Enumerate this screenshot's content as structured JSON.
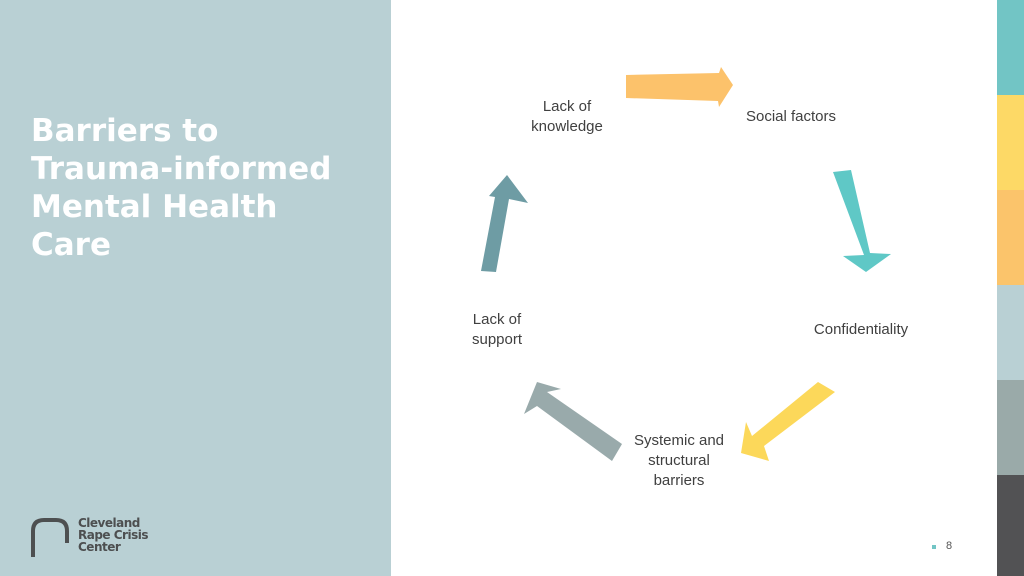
{
  "slide": {
    "title": "Barriers to\nTrauma-informed\nMental Health\nCare",
    "page_number": "8"
  },
  "logo": {
    "lines": [
      "Cleveland",
      "Rape Crisis",
      "Center"
    ]
  },
  "cycle": {
    "items": [
      {
        "label": "Lack of\nknowledge"
      },
      {
        "label": "Social factors"
      },
      {
        "label": "Confidentiality"
      },
      {
        "label": "Systemic and\nstructural\nbarriers"
      },
      {
        "label": "Lack of\nsupport"
      }
    ],
    "arrow_colors": [
      "#fcc26b",
      "#5fc8c6",
      "#fcd85a",
      "#99aaab",
      "#6e9ca4"
    ]
  },
  "colors": {
    "panel": "#b9d0d4",
    "stripes": [
      "#72c5c5",
      "#fdd966",
      "#fbc46b",
      "#b9d0d4",
      "#9aaaa9",
      "#525254"
    ]
  }
}
